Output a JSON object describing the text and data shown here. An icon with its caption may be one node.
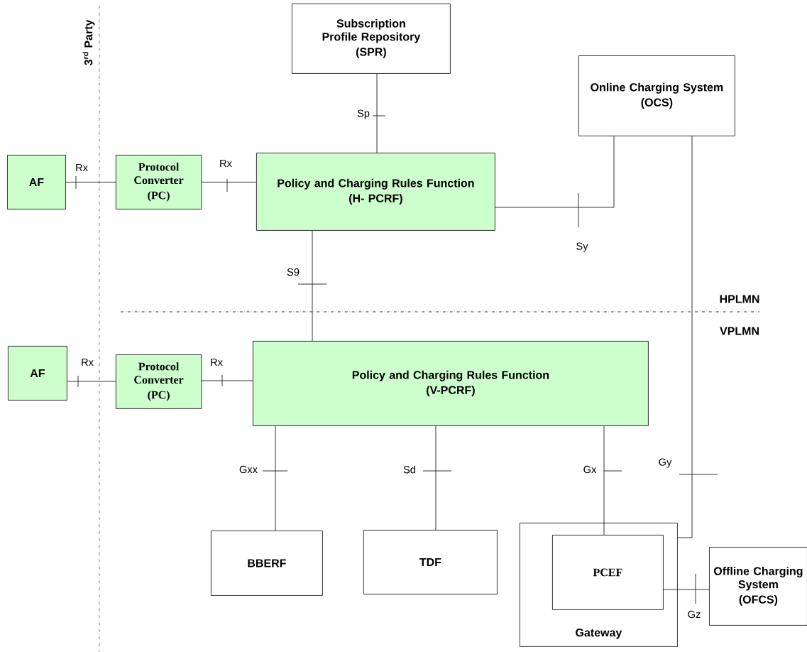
{
  "diagram": {
    "nodes": [
      {
        "text": [
          "Subscription Profile Repository",
          "(SPR)"
        ]
      },
      {
        "text": [
          "Online Charging System",
          "(OCS)"
        ]
      },
      {
        "text": [
          "AF"
        ]
      },
      {
        "text": [
          "Protocol Converter",
          "(PC)"
        ]
      },
      {
        "text": [
          "Policy and Charging Rules Function",
          "(H- PCRF)"
        ]
      },
      {
        "text": [
          "AF"
        ]
      },
      {
        "text": [
          "Protocol Converter",
          "(PC)"
        ]
      },
      {
        "text": [
          "Policy and Charging Rules Function",
          "(V-PCRF)"
        ]
      },
      {
        "text": [
          "BBERF"
        ]
      },
      {
        "text": [
          "TDF"
        ]
      },
      {
        "text": [
          "Gateway"
        ]
      },
      {
        "text": [
          "PCEF"
        ],
        "in": 10
      },
      {
        "text": [
          "Offline Charging System",
          "(OFCS)"
        ]
      }
    ],
    "edges": [
      {
        "from": 2,
        "to": 3,
        "arrow": "none",
        "label": "Rx"
      },
      {
        "from": 3,
        "to": 4,
        "arrow": "none",
        "label": "Rx"
      },
      {
        "from": 0,
        "to": 4,
        "arrow": "none",
        "label": "Sp"
      },
      {
        "from": 4,
        "to": 1,
        "arrow": "none",
        "label": "Sy"
      },
      {
        "from": 4,
        "to": 7,
        "arrow": "none",
        "label": "S9"
      },
      {
        "from": 5,
        "to": 6,
        "arrow": "none",
        "label": "Rx"
      },
      {
        "from": 6,
        "to": 7,
        "arrow": "none",
        "label": "Rx"
      },
      {
        "from": 7,
        "to": 8,
        "arrow": "none",
        "label": "Gxx"
      },
      {
        "from": 7,
        "to": 9,
        "arrow": "none",
        "label": "Sd"
      },
      {
        "from": 7,
        "to": 11,
        "arrow": "none",
        "label": "Gx"
      },
      {
        "from": 1,
        "to": 10,
        "arrow": "none",
        "label": "Gy"
      },
      {
        "from": 11,
        "to": 12,
        "arrow": "none",
        "label": "Gz"
      }
    ],
    "labels": [
      "3$^{rd}$ Party",
      "HPLMN",
      "VPLMN"
    ]
  }
}
